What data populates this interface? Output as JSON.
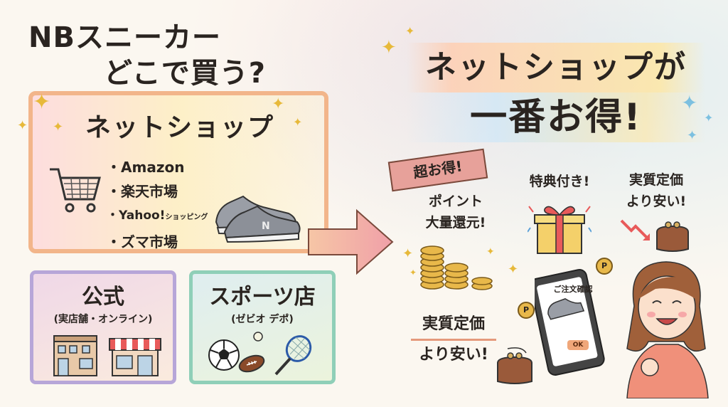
{
  "left": {
    "title_line1": "NBスニーカー",
    "title_line2": "どこで買う?",
    "net_shop": {
      "title": "ネットショップ",
      "items": [
        "・Amazon",
        "・楽天市場",
        "・Yahoo!",
        "ショッピング",
        "・ズマ市場"
      ]
    },
    "official": {
      "title": "公式",
      "subtitle": "(実店舗・オンライン)"
    },
    "sports": {
      "title": "スポーツ店",
      "subtitle": "(ゼビオ デポ)"
    }
  },
  "right": {
    "title_line1": "ネットショップが",
    "title_line2": "一番お得!",
    "ribbon": "超お得!",
    "point_line1": "ポイント",
    "point_line2": "大量還元!",
    "bonus": "特典付き!",
    "cheap_top_line1": "実質定価",
    "cheap_top_line2": "より安い!",
    "cheap_bottom_line1": "実質定価",
    "cheap_bottom_line2": "より安い!",
    "order_screen_title": "ご注文確認",
    "ok_button": "OK",
    "point_coin_label": "P"
  },
  "colors": {
    "net_border": "#f2b58a",
    "official_border": "#b7a6d8",
    "sports_border": "#8fcfb8",
    "arrow": "#f0a0a8",
    "ribbon": "#e7a19a"
  },
  "icons": [
    "shopping-cart-icon",
    "sneaker-icon",
    "store-icon",
    "shop-awning-icon",
    "soccer-ball-icon",
    "rugby-ball-icon",
    "tennis-racket-icon",
    "coins-icon",
    "gift-icon",
    "wallet-icon",
    "down-arrow-icon",
    "smartphone-icon",
    "point-coin-icon",
    "sparkle-icon"
  ]
}
